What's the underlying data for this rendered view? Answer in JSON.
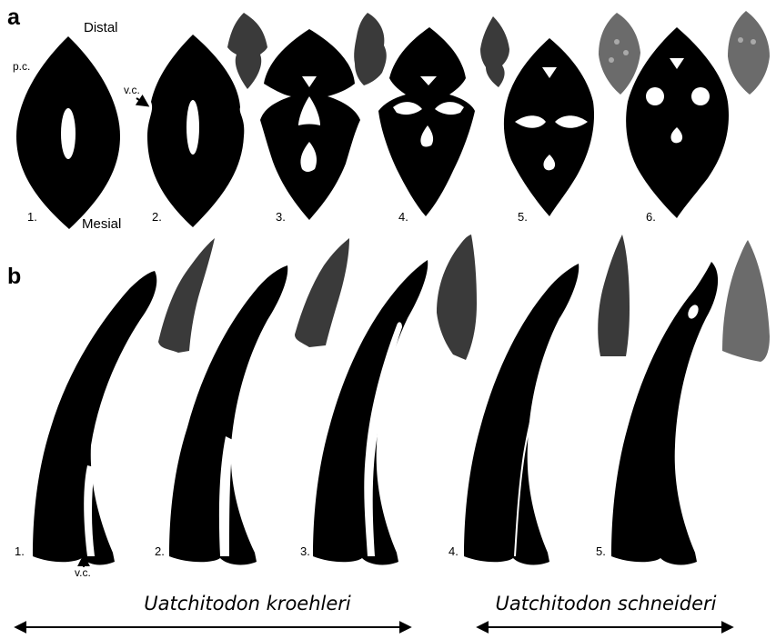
{
  "panel_a": {
    "letter": "a",
    "distal_label": "Distal",
    "mesial_label": "Mesial",
    "pc_label": "p.c.",
    "vc_label": "v.c.",
    "numbers": [
      "1.",
      "2.",
      "3.",
      "4.",
      "5.",
      "6."
    ]
  },
  "panel_b": {
    "letter": "b",
    "vc_label": "v.c.",
    "numbers": [
      "1.",
      "2.",
      "3.",
      "4.",
      "5."
    ]
  },
  "species": {
    "left": "Uatchitodon kroehleri",
    "right": "Uatchitodon schneideri"
  },
  "colors": {
    "silhouette": "#000000",
    "background": "#ffffff",
    "photo_tooth": "#555555"
  }
}
